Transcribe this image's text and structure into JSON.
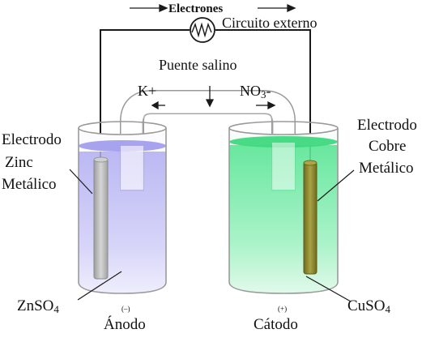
{
  "labels": {
    "electrons": "Electrones",
    "external_circuit": "Circuito externo",
    "salt_bridge": "Puente salino",
    "cation": "K+",
    "anion_main": "NO",
    "anion_sub": "3",
    "anion_charge": "-",
    "zinc_electrode": [
      "Electrodo",
      "Zinc",
      "Metálico"
    ],
    "copper_electrode": [
      "Electrodo",
      "Cobre",
      "Metálico"
    ],
    "zinc_solution_main": "ZnSO",
    "zinc_solution_sub": "4",
    "copper_solution_main": "CuSO",
    "copper_solution_sub": "4",
    "anode_sign": "(–)",
    "cathode_sign": "(+)",
    "anode": "Ánodo",
    "cathode": "Cátodo"
  },
  "colors": {
    "zinc_solution": "#b9b6f2",
    "copper_solution": "#5fe89d",
    "zinc_metal": "#b4b4b4",
    "copper_metal": "#8e8a2c",
    "wire": "#1a1a1a",
    "glass_outline": "#9a9a9a"
  }
}
